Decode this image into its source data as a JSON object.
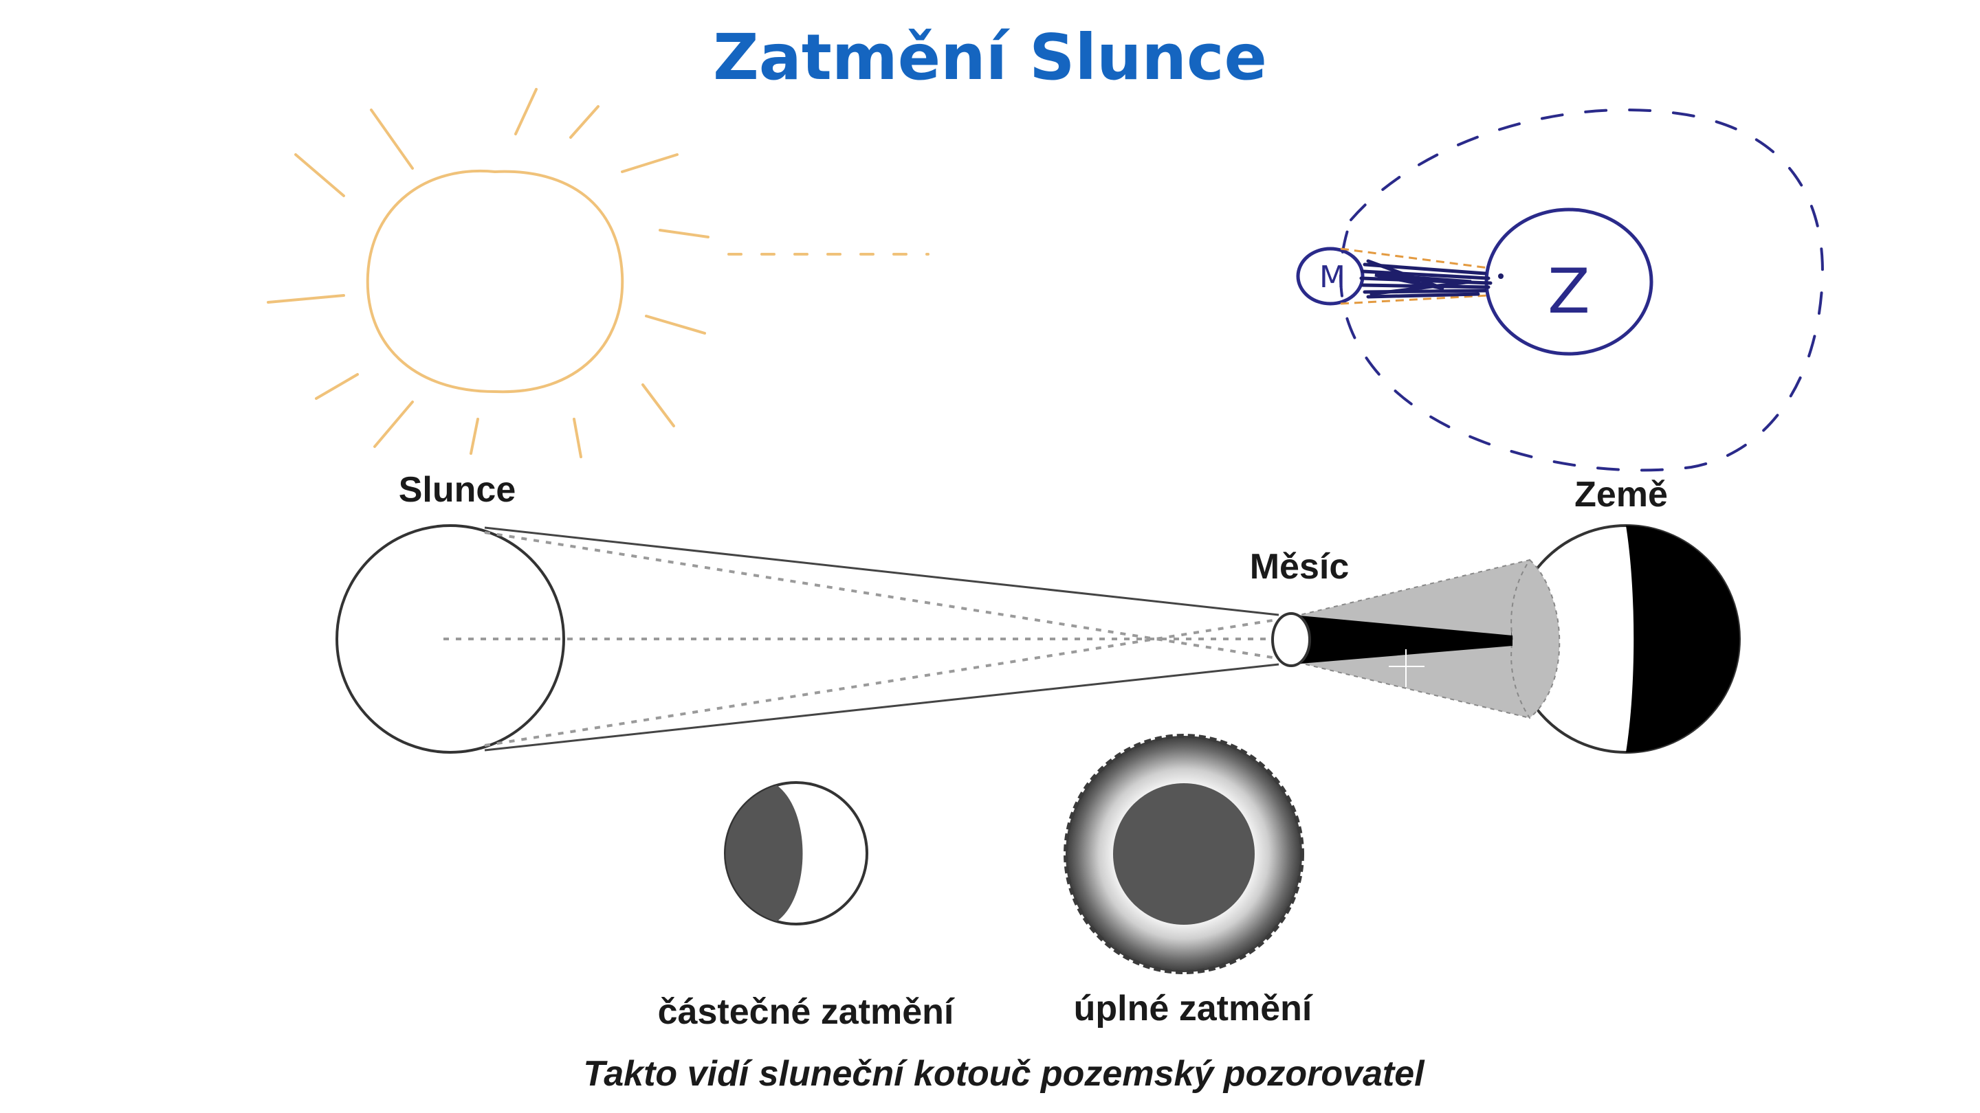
{
  "slide": {
    "title": "Zatmění Slunce"
  },
  "sketch": {
    "moon_letter": "M",
    "earth_letter": "Z"
  },
  "diagram": {
    "sun_label": "Slunce",
    "moon_label": "Měsíc",
    "earth_label": "Země"
  },
  "views": {
    "partial_label": "částečné zatmění",
    "total_label": "úplné zatmění",
    "caption": "Takto vidí sluneční kotouč pozemský pozorovatel"
  },
  "colors": {
    "title": "#1565c0",
    "sun_sketch": "#f0c27a",
    "moon_sketch_ink": "#2a2a8a",
    "umbra": "#000000",
    "penumbra": "#bdbdbd"
  }
}
